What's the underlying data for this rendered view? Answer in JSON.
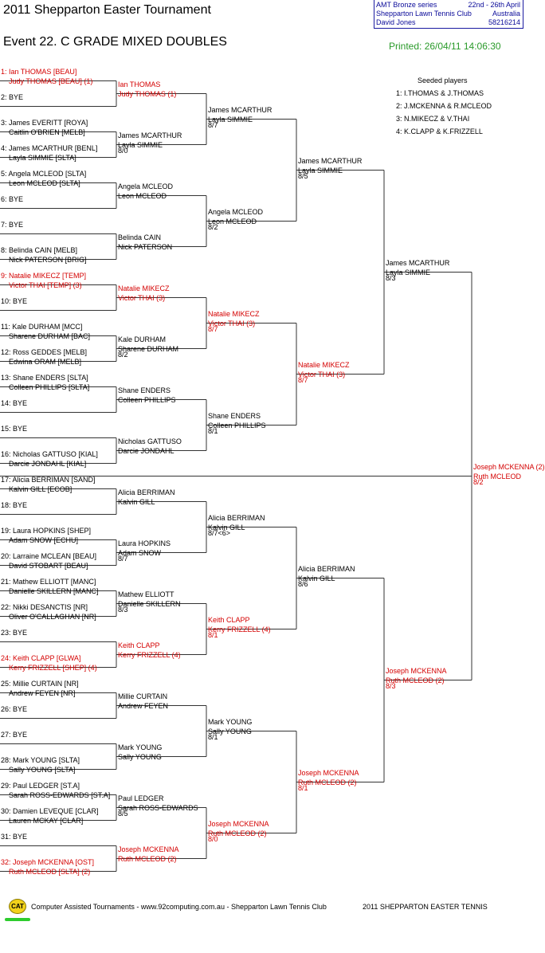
{
  "header": {
    "title": "2011 Shepparton Easter Tournament",
    "event": "Event 22. C GRADE MIXED DOUBLES",
    "info_line1_left": "AMT Bronze series",
    "info_line1_right": "22nd - 26th April",
    "info_line2_left": "Shepparton Lawn Tennis Club",
    "info_line2_right": "Australia",
    "info_line3_left": "David Jones",
    "info_line3_right": "58216214",
    "printed": "Printed: 26/04/11 14:06:30"
  },
  "seeds": {
    "title": "Seeded players",
    "items": [
      "1: I.THOMAS & J.THOMAS",
      "2: J.MCKENNA & R.MCLEOD",
      "3: N.MIKECZ & V.THAI",
      "4: K.CLAPP & K.FRIZZELL"
    ]
  },
  "entries": [
    {
      "l1": "1: Ian THOMAS [BEAU]",
      "l2": "Judy THOMAS [BEAU] (1)",
      "seeded": true
    },
    {
      "l1": "2: BYE",
      "l2": ""
    },
    {
      "l1": "3: James EVERITT [ROYA]",
      "l2": "Caitlin O'BRIEN [MELB]"
    },
    {
      "l1": "4: James MCARTHUR [BENL]",
      "l2": "Layla SIMMIE [SLTA]"
    },
    {
      "l1": "5: Angela MCLEOD [SLTA]",
      "l2": "Leon MCLEOD [SLTA]"
    },
    {
      "l1": "6: BYE",
      "l2": ""
    },
    {
      "l1": "7: BYE",
      "l2": ""
    },
    {
      "l1": "8: Belinda CAIN [MELB]",
      "l2": "Nick PATERSON [BRIG]"
    },
    {
      "l1": "9: Natalie MIKECZ [TEMP]",
      "l2": "Victor THAI [TEMP] (3)",
      "seeded": true
    },
    {
      "l1": "10: BYE",
      "l2": ""
    },
    {
      "l1": "11: Kale DURHAM [MCC]",
      "l2": "Sharene DURHAM [BAC]"
    },
    {
      "l1": "12: Ross GEDDES [MELB]",
      "l2": "Edwina ORAM [MELB]"
    },
    {
      "l1": "13: Shane ENDERS [SLTA]",
      "l2": "Colleen PHILLIPS [SLTA]"
    },
    {
      "l1": "14: BYE",
      "l2": ""
    },
    {
      "l1": "15: BYE",
      "l2": ""
    },
    {
      "l1": "16: Nicholas GATTUSO [KIAL]",
      "l2": "Darcie JONDAHL [KIAL]"
    },
    {
      "l1": "17: Alicia BERRIMAN [SAND]",
      "l2": "Kalvin GILL [ECOB]"
    },
    {
      "l1": "18: BYE",
      "l2": ""
    },
    {
      "l1": "19: Laura HOPKINS [SHEP]",
      "l2": "Adam SNOW [ECHU]"
    },
    {
      "l1": "20: Larraine MCLEAN [BEAU]",
      "l2": "David STOBART [BEAU]"
    },
    {
      "l1": "21: Mathew ELLIOTT [MANC]",
      "l2": "Danielle SKILLERN [MANC]"
    },
    {
      "l1": "22: Nikki DESANCTIS [NR]",
      "l2": "Oliver O'CALLAGHAN [NR]"
    },
    {
      "l1": "23: BYE",
      "l2": ""
    },
    {
      "l1": "24: Keith CLAPP [GLWA]",
      "l2": "Kerry FRIZZELL [SHEP] (4)",
      "seeded": true
    },
    {
      "l1": "25: Millie CURTAIN [NR]",
      "l2": "Andrew FEYEN [NR]"
    },
    {
      "l1": "26: BYE",
      "l2": ""
    },
    {
      "l1": "27: BYE",
      "l2": ""
    },
    {
      "l1": "28: Mark YOUNG [SLTA]",
      "l2": "Sally YOUNG [SLTA]"
    },
    {
      "l1": "29: Paul LEDGER [ST.A]",
      "l2": "Sarah ROSS-EDWARDS [ST.A]"
    },
    {
      "l1": "30: Damien LEVEQUE [CLAR]",
      "l2": "Lauren MCKAY [CLAR]"
    },
    {
      "l1": "31: BYE",
      "l2": ""
    },
    {
      "l1": "32: Joseph MCKENNA [OST]",
      "l2": "Ruth MCLEOD [SLTA] (2)",
      "seeded": true
    }
  ],
  "rounds": [
    [
      {
        "l1": "Ian THOMAS",
        "l2": "Judy THOMAS (1)",
        "score": "",
        "seeded": true
      },
      {
        "l1": "James MCARTHUR",
        "l2": "Layla SIMMIE",
        "score": "8/0"
      },
      {
        "l1": "Angela MCLEOD",
        "l2": "Leon MCLEOD",
        "score": ""
      },
      {
        "l1": "Belinda CAIN",
        "l2": "Nick PATERSON",
        "score": ""
      },
      {
        "l1": "Natalie MIKECZ",
        "l2": "Victor THAI (3)",
        "score": "",
        "seeded": true
      },
      {
        "l1": "Kale DURHAM",
        "l2": "Sharene DURHAM",
        "score": "8/2"
      },
      {
        "l1": "Shane ENDERS",
        "l2": "Colleen PHILLIPS",
        "score": ""
      },
      {
        "l1": "Nicholas GATTUSO",
        "l2": "Darcie JONDAHL",
        "score": ""
      },
      {
        "l1": "Alicia BERRIMAN",
        "l2": "Kalvin GILL",
        "score": ""
      },
      {
        "l1": "Laura HOPKINS",
        "l2": "Adam SNOW",
        "score": "8/7"
      },
      {
        "l1": "Mathew ELLIOTT",
        "l2": "Danielle SKILLERN",
        "score": "8/3"
      },
      {
        "l1": "Keith CLAPP",
        "l2": "Kerry FRIZZELL (4)",
        "score": "",
        "seeded": true
      },
      {
        "l1": "Millie CURTAIN",
        "l2": "Andrew FEYEN",
        "score": ""
      },
      {
        "l1": "Mark YOUNG",
        "l2": "Sally YOUNG",
        "score": ""
      },
      {
        "l1": "Paul LEDGER",
        "l2": "Sarah ROSS-EDWARDS",
        "score": "8/5"
      },
      {
        "l1": "Joseph MCKENNA",
        "l2": "Ruth MCLEOD (2)",
        "score": "",
        "seeded": true
      }
    ],
    [
      {
        "l1": "James MCARTHUR",
        "l2": "Layla SIMMIE",
        "score": "8/7"
      },
      {
        "l1": "Angela MCLEOD",
        "l2": "Leon MCLEOD",
        "score": "8/2"
      },
      {
        "l1": "Natalie MIKECZ",
        "l2": "Victor THAI (3)",
        "score": "8/7",
        "seeded": true
      },
      {
        "l1": "Shane ENDERS",
        "l2": "Colleen PHILLIPS",
        "score": "8/1"
      },
      {
        "l1": "Alicia BERRIMAN",
        "l2": "Kalvin GILL",
        "score": "8/7<6>"
      },
      {
        "l1": "Keith CLAPP",
        "l2": "Kerry FRIZZELL (4)",
        "score": "8/1",
        "seeded": true
      },
      {
        "l1": "Mark YOUNG",
        "l2": "Sally YOUNG",
        "score": "8/1"
      },
      {
        "l1": "Joseph MCKENNA",
        "l2": "Ruth MCLEOD (2)",
        "score": "8/0",
        "seeded": true
      }
    ],
    [
      {
        "l1": "James MCARTHUR",
        "l2": "Layla SIMMIE",
        "score": "8/5"
      },
      {
        "l1": "Natalie MIKECZ",
        "l2": "Victor THAI (3)",
        "score": "8/7",
        "seeded": true
      },
      {
        "l1": "Alicia BERRIMAN",
        "l2": "Kalvin GILL",
        "score": "8/6"
      },
      {
        "l1": "Joseph MCKENNA",
        "l2": "Ruth MCLEOD (2)",
        "score": "8/1",
        "seeded": true
      }
    ],
    [
      {
        "l1": "James MCARTHUR",
        "l2": "Layla SIMMIE",
        "score": "8/3"
      },
      {
        "l1": "Joseph MCKENNA",
        "l2": "Ruth MCLEOD (2)",
        "score": "8/3",
        "seeded": true
      }
    ],
    [
      {
        "l1": "Joseph MCKENNA (2)",
        "l2": "Ruth MCLEOD",
        "score": "8/2",
        "seeded": true
      }
    ]
  ],
  "footer": {
    "logo_text": "CAT",
    "credit": "Computer Assisted Tournaments - www.92computing.com.au -  Shepparton Lawn Tennis Club",
    "right": "2011 SHEPPARTON EASTER TENNIS"
  },
  "colors": {
    "seeded_text": "#d40000",
    "printed_text": "#2a9a2a",
    "infobox_text": "#0a0a99",
    "logo_fill": "#f2d21b",
    "logo_underline": "#2ecc2e"
  }
}
